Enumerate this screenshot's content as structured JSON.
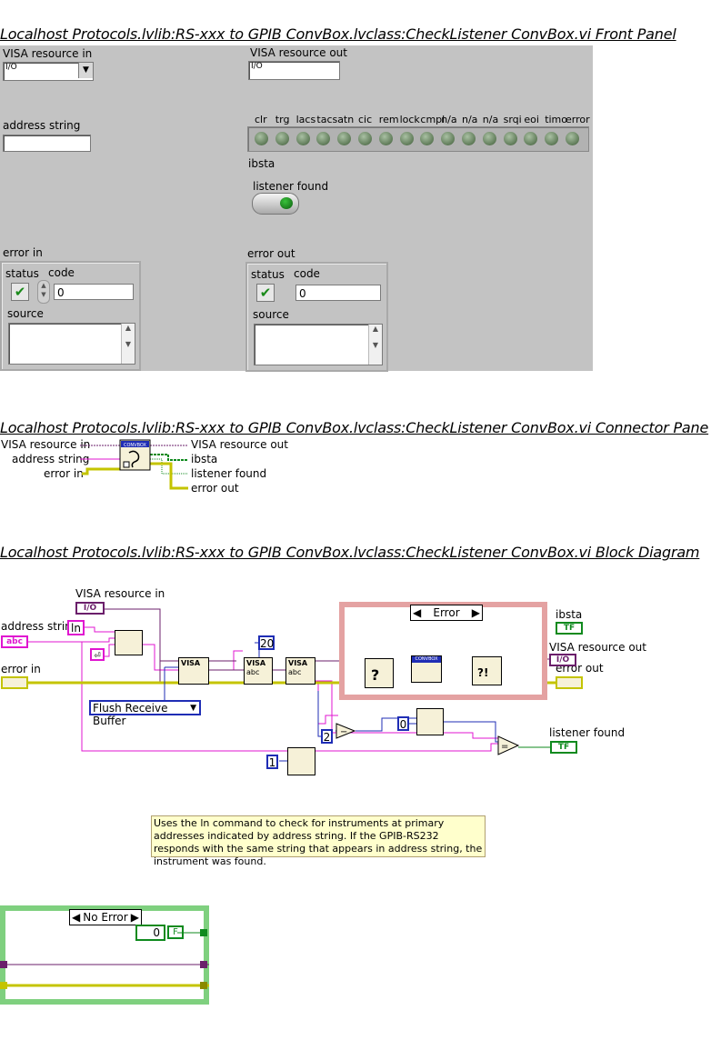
{
  "front_panel": {
    "title": "Localhost Protocols.lvlib:RS-xxx to GPIB ConvBox.lvclass:CheckListener ConvBox.vi Front Panel",
    "visa_resource_in_label": "VISA resource in",
    "visa_resource_out_label": "VISA resource out",
    "visa_io_glyph": "I/O",
    "address_string_label": "address string",
    "ibsta_label": "ibsta",
    "ibsta_bits": [
      "clr",
      "trg",
      "lacs",
      "tacs",
      "atn",
      "cic",
      "rem",
      "lock",
      "cmpl",
      "n/a",
      "n/a",
      "n/a",
      "srqi",
      "eoi",
      "timo",
      "error"
    ],
    "listener_found_label": "listener found",
    "error_in": {
      "label": "error in",
      "status_label": "status",
      "code_label": "code",
      "code_value": "0",
      "source_label": "source"
    },
    "error_out": {
      "label": "error out",
      "status_label": "status",
      "code_label": "code",
      "code_value": "0",
      "source_label": "source"
    }
  },
  "connector_pane": {
    "title": "Localhost Protocols.lvlib:RS-xxx to GPIB ConvBox.lvclass:CheckListener ConvBox.vi Connector Pane",
    "inputs": [
      "VISA resource in",
      "address string",
      "error in"
    ],
    "outputs": [
      "VISA resource out",
      "ibsta",
      "listener found",
      "error out"
    ],
    "icon_text": "CONVBOX"
  },
  "block_diagram": {
    "title": "Localhost Protocols.lvlib:RS-xxx to GPIB ConvBox.lvclass:CheckListener ConvBox.vi Block Diagram",
    "labels": {
      "visa_resource_in": "VISA resource in",
      "address_string": "address string",
      "error_in": "error in",
      "ibsta": "ibsta",
      "visa_resource_out": "VISA resource out",
      "error_out": "error out",
      "listener_found": "listener found"
    },
    "constants": {
      "ln_command": "ln",
      "byte_count": "20",
      "two": "2",
      "zero": "0",
      "one": "1",
      "flush_mode": "Flush Receive Buffer"
    },
    "terminal_glyphs": {
      "io": "I/O",
      "string": "abc",
      "tf": "TF",
      "visa_node": "VISA",
      "convbox": "CONVBOX"
    },
    "case_error_selector": "Error",
    "case_no_error_selector": "No Error",
    "no_error_numeric": "0",
    "no_error_bool": "F",
    "comment": "Uses the ln command to check for instruments at primary addresses indicated by address string.  If the GPIB-RS232 responds with the same string that appears in address string, the instrument was found.",
    "colors": {
      "visa_wire": "#6b1f6b",
      "string_wire": "#e015d0",
      "error_wire": "#c4c400",
      "bool_wire": "#0f8a1e",
      "numeric_wire": "#1f2db5",
      "case_error_border": "#e4a2a2",
      "case_no_error_border": "#7fd07f"
    }
  }
}
